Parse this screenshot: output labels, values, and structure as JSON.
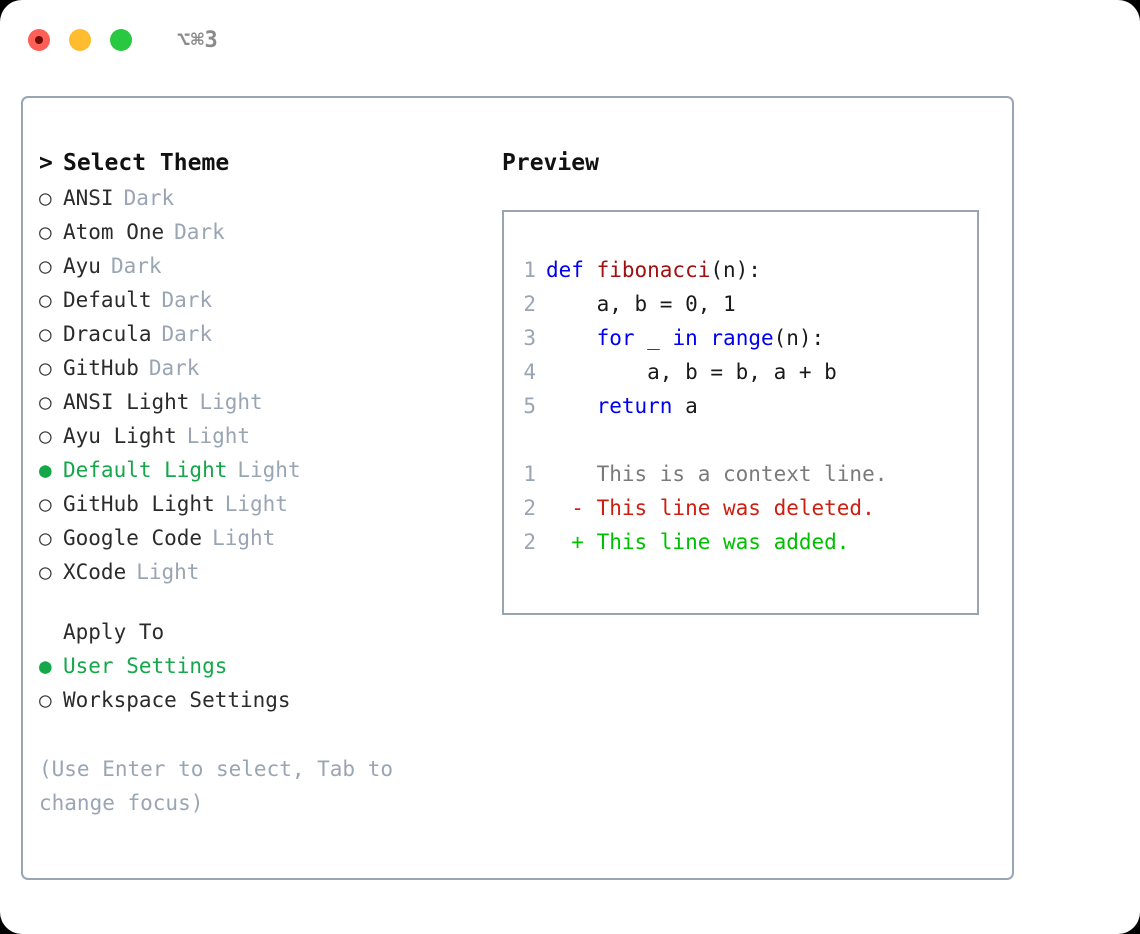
{
  "window": {
    "title": "⌥⌘3",
    "traffic_lights": [
      {
        "name": "close",
        "color": "#FF5F57"
      },
      {
        "name": "minimize",
        "color": "#FEBC2E"
      },
      {
        "name": "maximize",
        "color": "#28C840"
      }
    ]
  },
  "theme_panel": {
    "header": "Select Theme",
    "caret": ">",
    "bullet_selected": "●",
    "bullet_unselected": "○",
    "selected_color": "#15A74A",
    "tag_color": "#9AA5B4",
    "items": [
      {
        "label": "ANSI",
        "tag": "Dark",
        "selected": false
      },
      {
        "label": "Atom One",
        "tag": "Dark",
        "selected": false
      },
      {
        "label": "Ayu",
        "tag": "Dark",
        "selected": false
      },
      {
        "label": "Default",
        "tag": "Dark",
        "selected": false
      },
      {
        "label": "Dracula",
        "tag": "Dark",
        "selected": false
      },
      {
        "label": "GitHub",
        "tag": "Dark",
        "selected": false
      },
      {
        "label": "ANSI Light",
        "tag": "Light",
        "selected": false
      },
      {
        "label": "Ayu Light",
        "tag": "Light",
        "selected": false
      },
      {
        "label": "Default Light",
        "tag": "Light",
        "selected": true
      },
      {
        "label": "GitHub Light",
        "tag": "Light",
        "selected": false
      },
      {
        "label": "Google Code",
        "tag": "Light",
        "selected": false
      },
      {
        "label": "XCode",
        "tag": "Light",
        "selected": false
      }
    ]
  },
  "apply_to": {
    "header": "Apply To",
    "items": [
      {
        "label": "User Settings",
        "selected": true
      },
      {
        "label": "Workspace Settings",
        "selected": false
      }
    ]
  },
  "hint": "(Use Enter to select, Tab to change focus)",
  "preview": {
    "title": "Preview",
    "code_lines": [
      {
        "lineno": "1",
        "tokens": [
          {
            "text": "def ",
            "style": "kw"
          },
          {
            "text": "fibonacci",
            "style": "fn"
          },
          {
            "text": "(n):",
            "style": "plain"
          }
        ]
      },
      {
        "lineno": "2",
        "tokens": [
          {
            "text": "    a, b = 0, 1",
            "style": "plain"
          }
        ]
      },
      {
        "lineno": "3",
        "tokens": [
          {
            "text": "    ",
            "style": "plain"
          },
          {
            "text": "for",
            "style": "kw"
          },
          {
            "text": " _ ",
            "style": "plain"
          },
          {
            "text": "in",
            "style": "kw"
          },
          {
            "text": " ",
            "style": "plain"
          },
          {
            "text": "range",
            "style": "kw"
          },
          {
            "text": "(n):",
            "style": "plain"
          }
        ]
      },
      {
        "lineno": "4",
        "tokens": [
          {
            "text": "        a, b = b, a + b",
            "style": "plain"
          }
        ]
      },
      {
        "lineno": "5",
        "tokens": [
          {
            "text": "    ",
            "style": "plain"
          },
          {
            "text": "return",
            "style": "kw"
          },
          {
            "text": " a",
            "style": "plain"
          }
        ]
      }
    ],
    "diff_lines": [
      {
        "lineno": "1",
        "marker": " ",
        "text": "This is a context line.",
        "kind": "context"
      },
      {
        "lineno": "2",
        "marker": "-",
        "text": "This line was deleted.",
        "kind": "deleted"
      },
      {
        "lineno": "2",
        "marker": "+",
        "text": "This line was added.",
        "kind": "added"
      }
    ]
  }
}
